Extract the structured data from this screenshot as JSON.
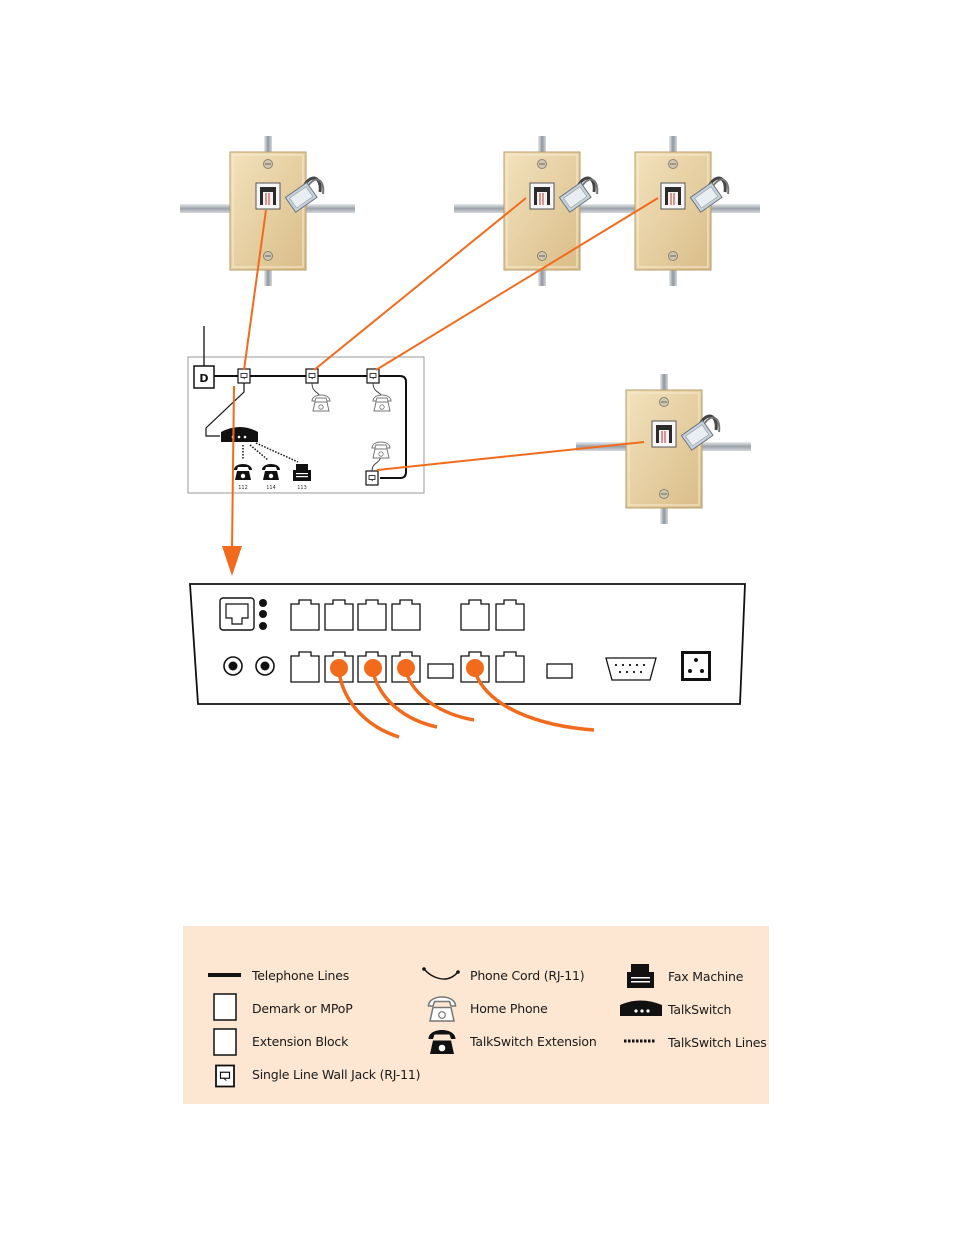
{
  "colors": {
    "cable": "#f26b1d",
    "jack_plate": "#e8cfa0",
    "legend_bg": "#fde6d2",
    "line": "#1a1a1a"
  },
  "diagram": {
    "demark_letter": "D",
    "extension_numbers": [
      "112",
      "114",
      "113"
    ]
  },
  "legend": {
    "telephone_lines": "Telephone Lines",
    "demark": "Demark or MPoP",
    "extension_block": "Extension Block",
    "wall_jack": "Single Line Wall Jack (RJ-11)",
    "phone_cord": "Phone Cord (RJ-11)",
    "home_phone": "Home Phone",
    "talkswitch_extension": "TalkSwitch Extension",
    "fax_machine": "Fax Machine",
    "talkswitch": "TalkSwitch",
    "talkswitch_lines": "TalkSwitch Lines"
  }
}
